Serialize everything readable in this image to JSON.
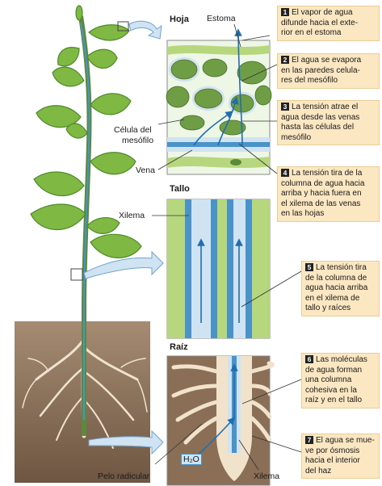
{
  "sections": {
    "leaf": "Hoja",
    "stem": "Tallo",
    "root": "Raíz"
  },
  "labels": {
    "stoma": "Estoma",
    "mesophyll_cell_line1": "Célula del",
    "mesophyll_cell_line2": "mesófilo",
    "vein": "Vena",
    "xylem_stem": "Xilema",
    "root_hair": "Pelo radicular",
    "xylem_root": "Xilema",
    "water": "H₂O"
  },
  "steps": [
    {
      "number": "1",
      "lines": [
        "El vapor de agua",
        "difunde hacia el exte-",
        "rior en el estoma"
      ]
    },
    {
      "number": "2",
      "lines": [
        "El agua se evapora",
        "en las paredes celula-",
        "res del mesófilo"
      ]
    },
    {
      "number": "3",
      "lines": [
        "La tensión atrae el",
        "agua desde las venas",
        "hasta las células del",
        "mesófilo"
      ]
    },
    {
      "number": "4",
      "lines": [
        "La tensión tira de la",
        "columna de agua hacia",
        "arriba y hacia fuera en",
        "el xilema de las venas",
        "en las hojas"
      ]
    },
    {
      "number": "5",
      "lines": [
        "La tensión tira",
        "de la columna de",
        "agua hacia arriba",
        "en el xilema de",
        "tallo y raíces"
      ]
    },
    {
      "number": "6",
      "lines": [
        "Las moléculas",
        "de agua forman",
        "una columna",
        "cohesiva en la",
        "raíz y en el tallo"
      ]
    },
    {
      "number": "7",
      "lines": [
        "El agua se mue-",
        "ve por ósmosis",
        "hacia el interior",
        "del haz"
      ]
    }
  ],
  "colors": {
    "leaf_green": "#7fb842",
    "leaf_dark": "#4c8a2a",
    "xylem_blue": "#4a93c8",
    "callout_bg": "#fbe7c2",
    "soil": "#8a6e55",
    "root": "#f1e2cc"
  }
}
